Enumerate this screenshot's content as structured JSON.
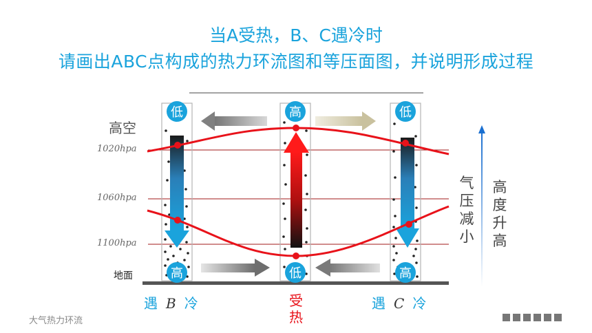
{
  "title_line1": "当A受热，B、C遇冷时",
  "title_line2": "请画出ABC点构成的热力环流图和等压面图，并说明形成过程",
  "label_upper_air": "高空",
  "label_ground": "地面",
  "pressure_levels": [
    "1020hpa",
    "1060hpa",
    "1100hpa"
  ],
  "top_marks": [
    "低",
    "高",
    "低"
  ],
  "bottom_marks": [
    "高",
    "低",
    "高"
  ],
  "pressure_text": "气压减小",
  "height_text": "高度升高",
  "bottom_labels": {
    "b_prefix": "遇",
    "b_letter": "B",
    "b_suffix": "冷",
    "a_text": "受热",
    "c_prefix": "遇",
    "c_letter": "C",
    "c_suffix": "冷"
  },
  "footer": "大气热力环流",
  "colors": {
    "title": "#1aa3dc",
    "bubble": "#1aa3dc",
    "curve": "#e8121a",
    "hot": "#e8121a"
  }
}
